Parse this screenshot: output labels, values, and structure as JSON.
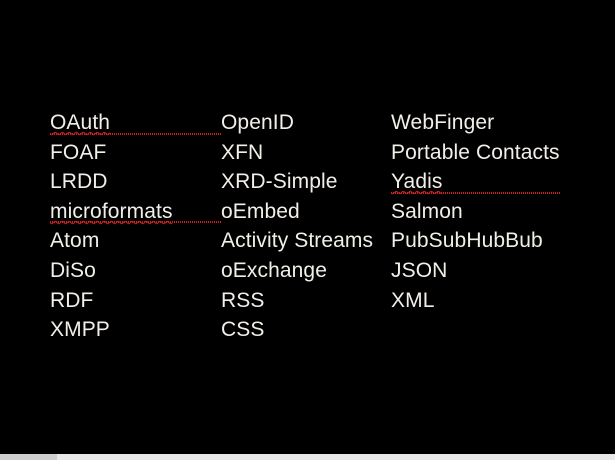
{
  "slide": {
    "background_color": "#000000",
    "text_color": "#f2efe9",
    "spellcheck_underline_color": "#cc2020",
    "columns": [
      {
        "name": "column-1",
        "terms": [
          {
            "label": "OAuth",
            "misspelled": true
          },
          {
            "label": "FOAF",
            "misspelled": false
          },
          {
            "label": "LRDD",
            "misspelled": false
          },
          {
            "label": "microformats",
            "misspelled": true
          },
          {
            "label": "Atom",
            "misspelled": false
          },
          {
            "label": "DiSo",
            "misspelled": false
          },
          {
            "label": "RDF",
            "misspelled": false
          },
          {
            "label": "XMPP",
            "misspelled": false
          }
        ]
      },
      {
        "name": "column-2",
        "terms": [
          {
            "label": "OpenID",
            "misspelled": false
          },
          {
            "label": "XFN",
            "misspelled": false
          },
          {
            "label": "XRD-Simple",
            "misspelled": false
          },
          {
            "label": "oEmbed",
            "misspelled": false
          },
          {
            "label": "Activity Streams",
            "misspelled": false
          },
          {
            "label": "oExchange",
            "misspelled": false
          },
          {
            "label": "RSS",
            "misspelled": false
          },
          {
            "label": "CSS",
            "misspelled": false
          }
        ]
      },
      {
        "name": "column-3",
        "terms": [
          {
            "label": "WebFinger",
            "misspelled": false
          },
          {
            "label": "Portable Contacts",
            "misspelled": false
          },
          {
            "label": "Yadis",
            "misspelled": true
          },
          {
            "label": "Salmon",
            "misspelled": false
          },
          {
            "label": "PubSubHubBub",
            "misspelled": false
          },
          {
            "label": "JSON",
            "misspelled": false
          },
          {
            "label": "XML",
            "misspelled": false
          }
        ]
      }
    ]
  },
  "chrome": {
    "bottom_bar_color": "#e9e9e9",
    "bottom_tab_color": "#cfcfcf"
  }
}
